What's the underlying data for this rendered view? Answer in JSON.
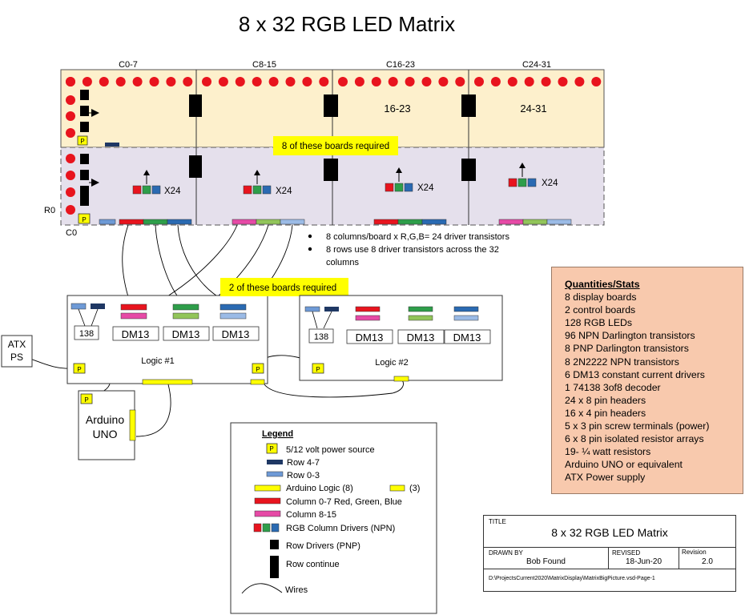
{
  "title": "8 x 32 RGB LED Matrix",
  "display": {
    "column_headers": [
      "C0-7",
      "C8-15",
      "C16-23",
      "C24-31"
    ],
    "section_labels": [
      "16-23",
      "24-31"
    ],
    "x24_labels": [
      "X24",
      "X24",
      "X24",
      "X24"
    ],
    "banner": "8 of these boards required",
    "row_label": "R0",
    "col_label": "C0",
    "p_label": "P"
  },
  "bullets": [
    "8 columns/board x R,G,B= 24 driver transistors",
    "8 rows use 8 driver transistors across the 32 columns"
  ],
  "logic": {
    "banner": "2 of these boards required",
    "chip_138": "138",
    "chip_dm13": "DM13",
    "logic1_label": "Logic #1",
    "logic2_label": "Logic #2"
  },
  "atx": {
    "line1": "ATX",
    "line2": "PS"
  },
  "arduino": {
    "line1": "Arduino",
    "line2": "UNO"
  },
  "legend": {
    "title": "Legend",
    "items": [
      "5/12 volt power source",
      "Row 4-7",
      "Row 0-3",
      "Arduino Logic (8)",
      "(3)",
      "Column 0-7  Red, Green, Blue",
      "Column 8-15",
      "RGB Column Drivers (NPN)",
      "Row Drivers (PNP)",
      "Row continue",
      "Wires"
    ]
  },
  "stats": {
    "title": "Quantities/Stats",
    "items": [
      "8 display boards",
      "2 control boards",
      "128 RGB LEDs",
      "96 NPN Darlington transistors",
      "8 PNP Darlington transistors",
      "8 2N2222 NPN transistors",
      "6 DM13 constant current drivers",
      "1 74138 3of8 decoder",
      "24 x 8 pin headers",
      "16 x 4 pin headers",
      "5 x 3 pin screw terminals (power)",
      "6 x 8 pin isolated resistor arrays",
      "19- ¼ watt resistors",
      "Arduino UNO or equivalent",
      "ATX Power supply"
    ]
  },
  "title_block": {
    "title_label": "TITLE",
    "title": "8 x 32 RGB LED Matrix",
    "drawn_by_label": "DRAWN BY",
    "drawn_by": "Bob Found",
    "revised_label": "REVISED",
    "revised": "18-Jun-20",
    "revision_label": "Revision",
    "revision": "2.0",
    "path": "D:\\ProjectsCurrent2020\\MatrixDisplay\\MatrixBigPicture.vsd-Page-1"
  },
  "colors": {
    "led_red": "#e8141e",
    "board_top": "#fdf0cc",
    "board_bottom": "#e5e0ec",
    "banner_yellow": "#ffff00",
    "driver_red": "#e8141e",
    "driver_green": "#2e9e4a",
    "driver_blue": "#2a6ab2",
    "row_dark": "#1f3864",
    "row_light": "#6e9ad6",
    "col_pink": "#e64aa6",
    "col_lightgreen": "#92c55a",
    "col_lightblue": "#9bbbe6",
    "stats_bg": "#f8c9ad"
  }
}
